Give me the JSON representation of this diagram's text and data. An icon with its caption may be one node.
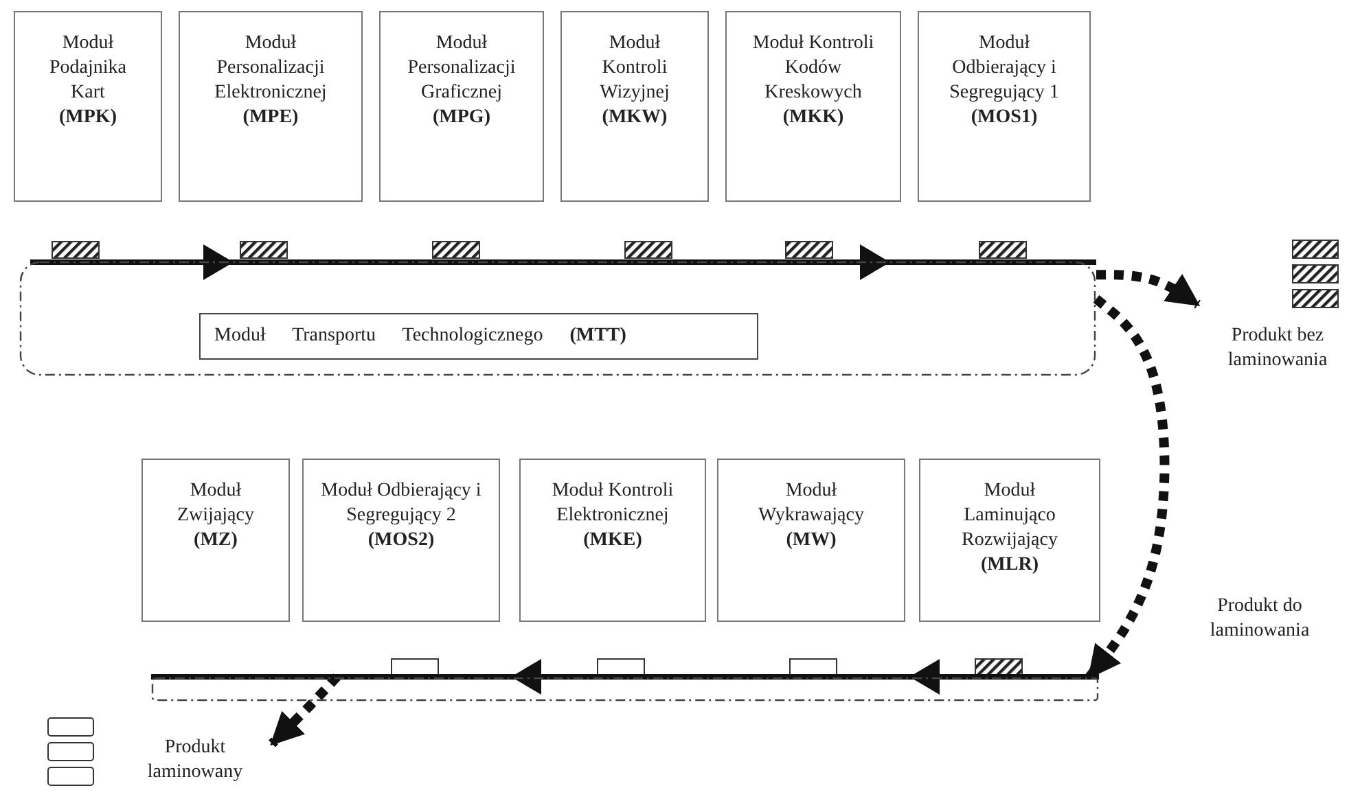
{
  "diagram": {
    "nodes": [
      {
        "text": [
          "Moduł Podajnika Kart",
          "(MPK)"
        ]
      },
      {
        "text": [
          "Moduł Personalizacji Elektronicznej",
          "(MPE)"
        ]
      },
      {
        "text": [
          "Moduł Personalizacji Graficznej",
          "(MPG)"
        ]
      },
      {
        "text": [
          "Moduł Kontroli Wizyjnej",
          "(MKW)"
        ]
      },
      {
        "text": [
          "Moduł Kontroli Kodów Kreskowych",
          "(MKK)"
        ]
      },
      {
        "text": [
          "Moduł Odbierający i Segregujący 1",
          "(MOS1)"
        ]
      },
      {
        "text": [],
        "shape": "box"
      },
      {
        "text": [
          "Moduł Transportu Technologicznego **(MTT)**"
        ],
        "in": 6
      },
      {
        "text": [
          "Produkt bez laminowania"
        ]
      },
      {
        "text": [
          "Moduł Zwijający",
          "(MZ)"
        ]
      },
      {
        "text": [
          "Moduł Odbierający i Segregujący 2",
          "(MOS2)"
        ]
      },
      {
        "text": [
          "Moduł Kontroli Elektronicznej",
          "(MKE)"
        ]
      },
      {
        "text": [
          "Moduł Wykrawający",
          "(MW)"
        ]
      },
      {
        "text": [
          "Moduł Laminująco Rozwijający",
          "(MLR)"
        ]
      },
      {
        "text": [],
        "shape": "box"
      },
      {
        "text": [
          "Produkt laminowany"
        ]
      }
    ],
    "edges": [
      {
        "from": 6,
        "to": 8,
        "arrow": "to",
        "style": "dashed"
      },
      {
        "from": 6,
        "to": 14,
        "arrow": "to",
        "style": "dashed",
        "label": "Produkt do laminowania"
      },
      {
        "from": 14,
        "to": 15,
        "arrow": "to",
        "style": "dashed"
      }
    ]
  }
}
